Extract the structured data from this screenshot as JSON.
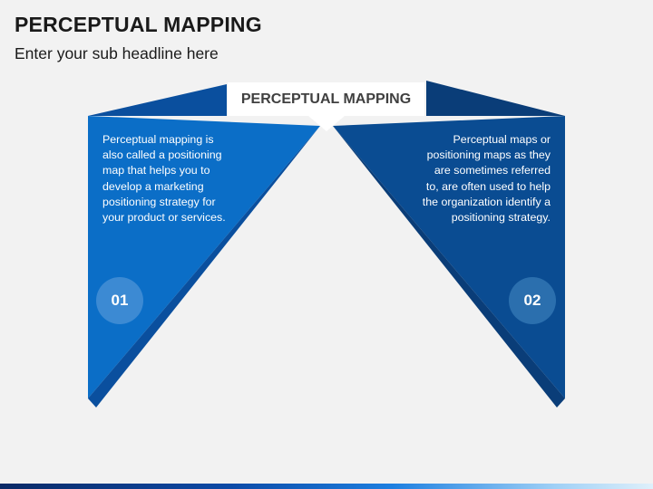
{
  "header": {
    "title": "PERCEPTUAL MAPPING",
    "subtitle": "Enter your sub headline here"
  },
  "diagram": {
    "center_label": "PERCEPTUAL MAPPING",
    "panels": [
      {
        "number": "01",
        "text": "Perceptual mapping is also called a positioning map that helps you to develop a marketing positioning strategy for your product or services."
      },
      {
        "number": "02",
        "text": "Perceptual maps or positioning maps as they are sometimes referred to, are often used to help the organization identify a positioning strategy."
      }
    ]
  },
  "colors": {
    "left_panel": "#0b6ec7",
    "left_fold": "#0a4f9e",
    "right_panel": "#0a4c92",
    "right_fold": "#0a3d78",
    "background": "#f2f2f2"
  }
}
